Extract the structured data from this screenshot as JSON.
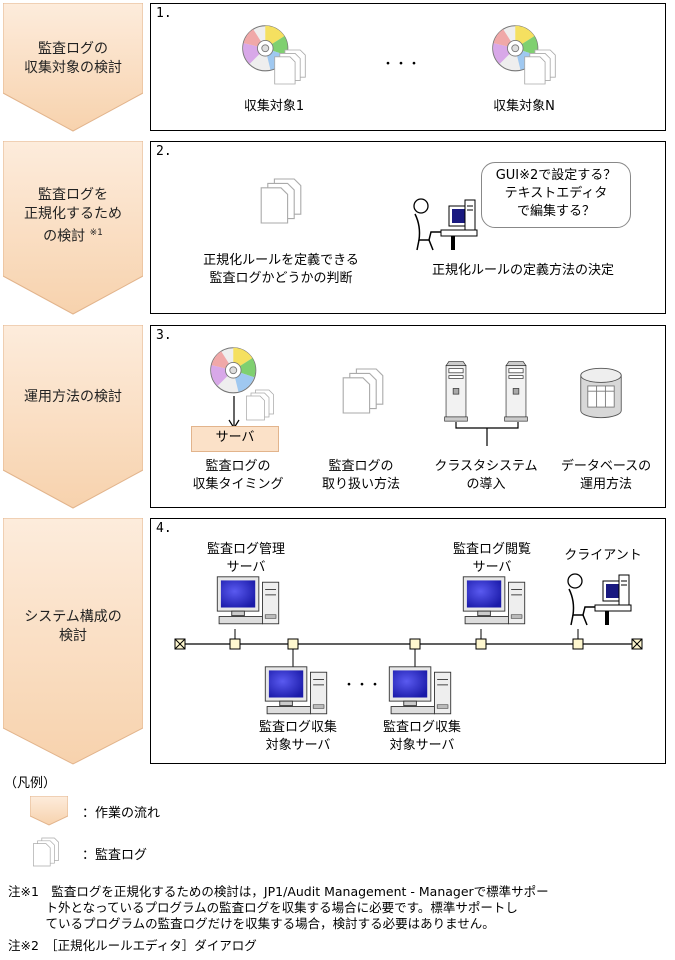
{
  "steps": [
    {
      "label_lines": [
        "監査ログの",
        "収集対象の検討"
      ]
    },
    {
      "label_lines": [
        "監査ログを",
        "正規化するため",
        "の検討"
      ],
      "note_mark": "※1"
    },
    {
      "label_lines": [
        "運用方法の検討"
      ]
    },
    {
      "label_lines": [
        "システム構成の",
        "検討"
      ]
    }
  ],
  "panel1": {
    "number": "1.",
    "target_first": "収集対象1",
    "target_last": "収集対象N",
    "ellipsis": "・・・"
  },
  "panel2": {
    "number": "2.",
    "bubble_lines": [
      "GUI※2で設定する？",
      "テキストエディタ",
      "で編集する？"
    ],
    "caption_left": [
      "正規化ルールを定義できる",
      "監査ログかどうかの判断"
    ],
    "caption_right": "正規化ルールの定義方法の決定"
  },
  "panel3": {
    "number": "3.",
    "server_label": "サーバ",
    "captions": [
      [
        "監査ログの",
        "収集タイミング"
      ],
      [
        "監査ログの",
        "取り扱い方法"
      ],
      [
        "クラスタシステム",
        "の導入"
      ],
      [
        "データベースの",
        "運用方法"
      ]
    ]
  },
  "panel4": {
    "number": "4.",
    "manager_server": [
      "監査ログ管理",
      "サーバ"
    ],
    "viewer_server": [
      "監査ログ閲覧",
      "サーバ"
    ],
    "client": "クライアント",
    "target_server_a": [
      "監査ログ収集",
      "対象サーバ"
    ],
    "target_server_b": [
      "監査ログ収集",
      "対象サーバ"
    ],
    "ellipsis": "・・・"
  },
  "legend": {
    "title": "（凡例）",
    "flow": "：作業の流れ",
    "log": "：監査ログ"
  },
  "notes": {
    "note1_lines": [
      "注※1　監査ログを正規化するための検討は，JP1/Audit Management - Managerで標準サポー",
      "　　　ト外となっているプログラムの監査ログを収集する場合に必要です。標準サポートし",
      "　　　ているプログラムの監査ログだけを収集する場合，検討する必要はありません。"
    ],
    "note2": "注※2　［正規化ルールエディタ］ダイアログ"
  },
  "colors": {
    "arrow_fill": "#fbe1c8",
    "arrow_stroke": "#e2b48c",
    "monitor_screen": "#2a2ac8",
    "node_fill": "#fff8d0"
  }
}
